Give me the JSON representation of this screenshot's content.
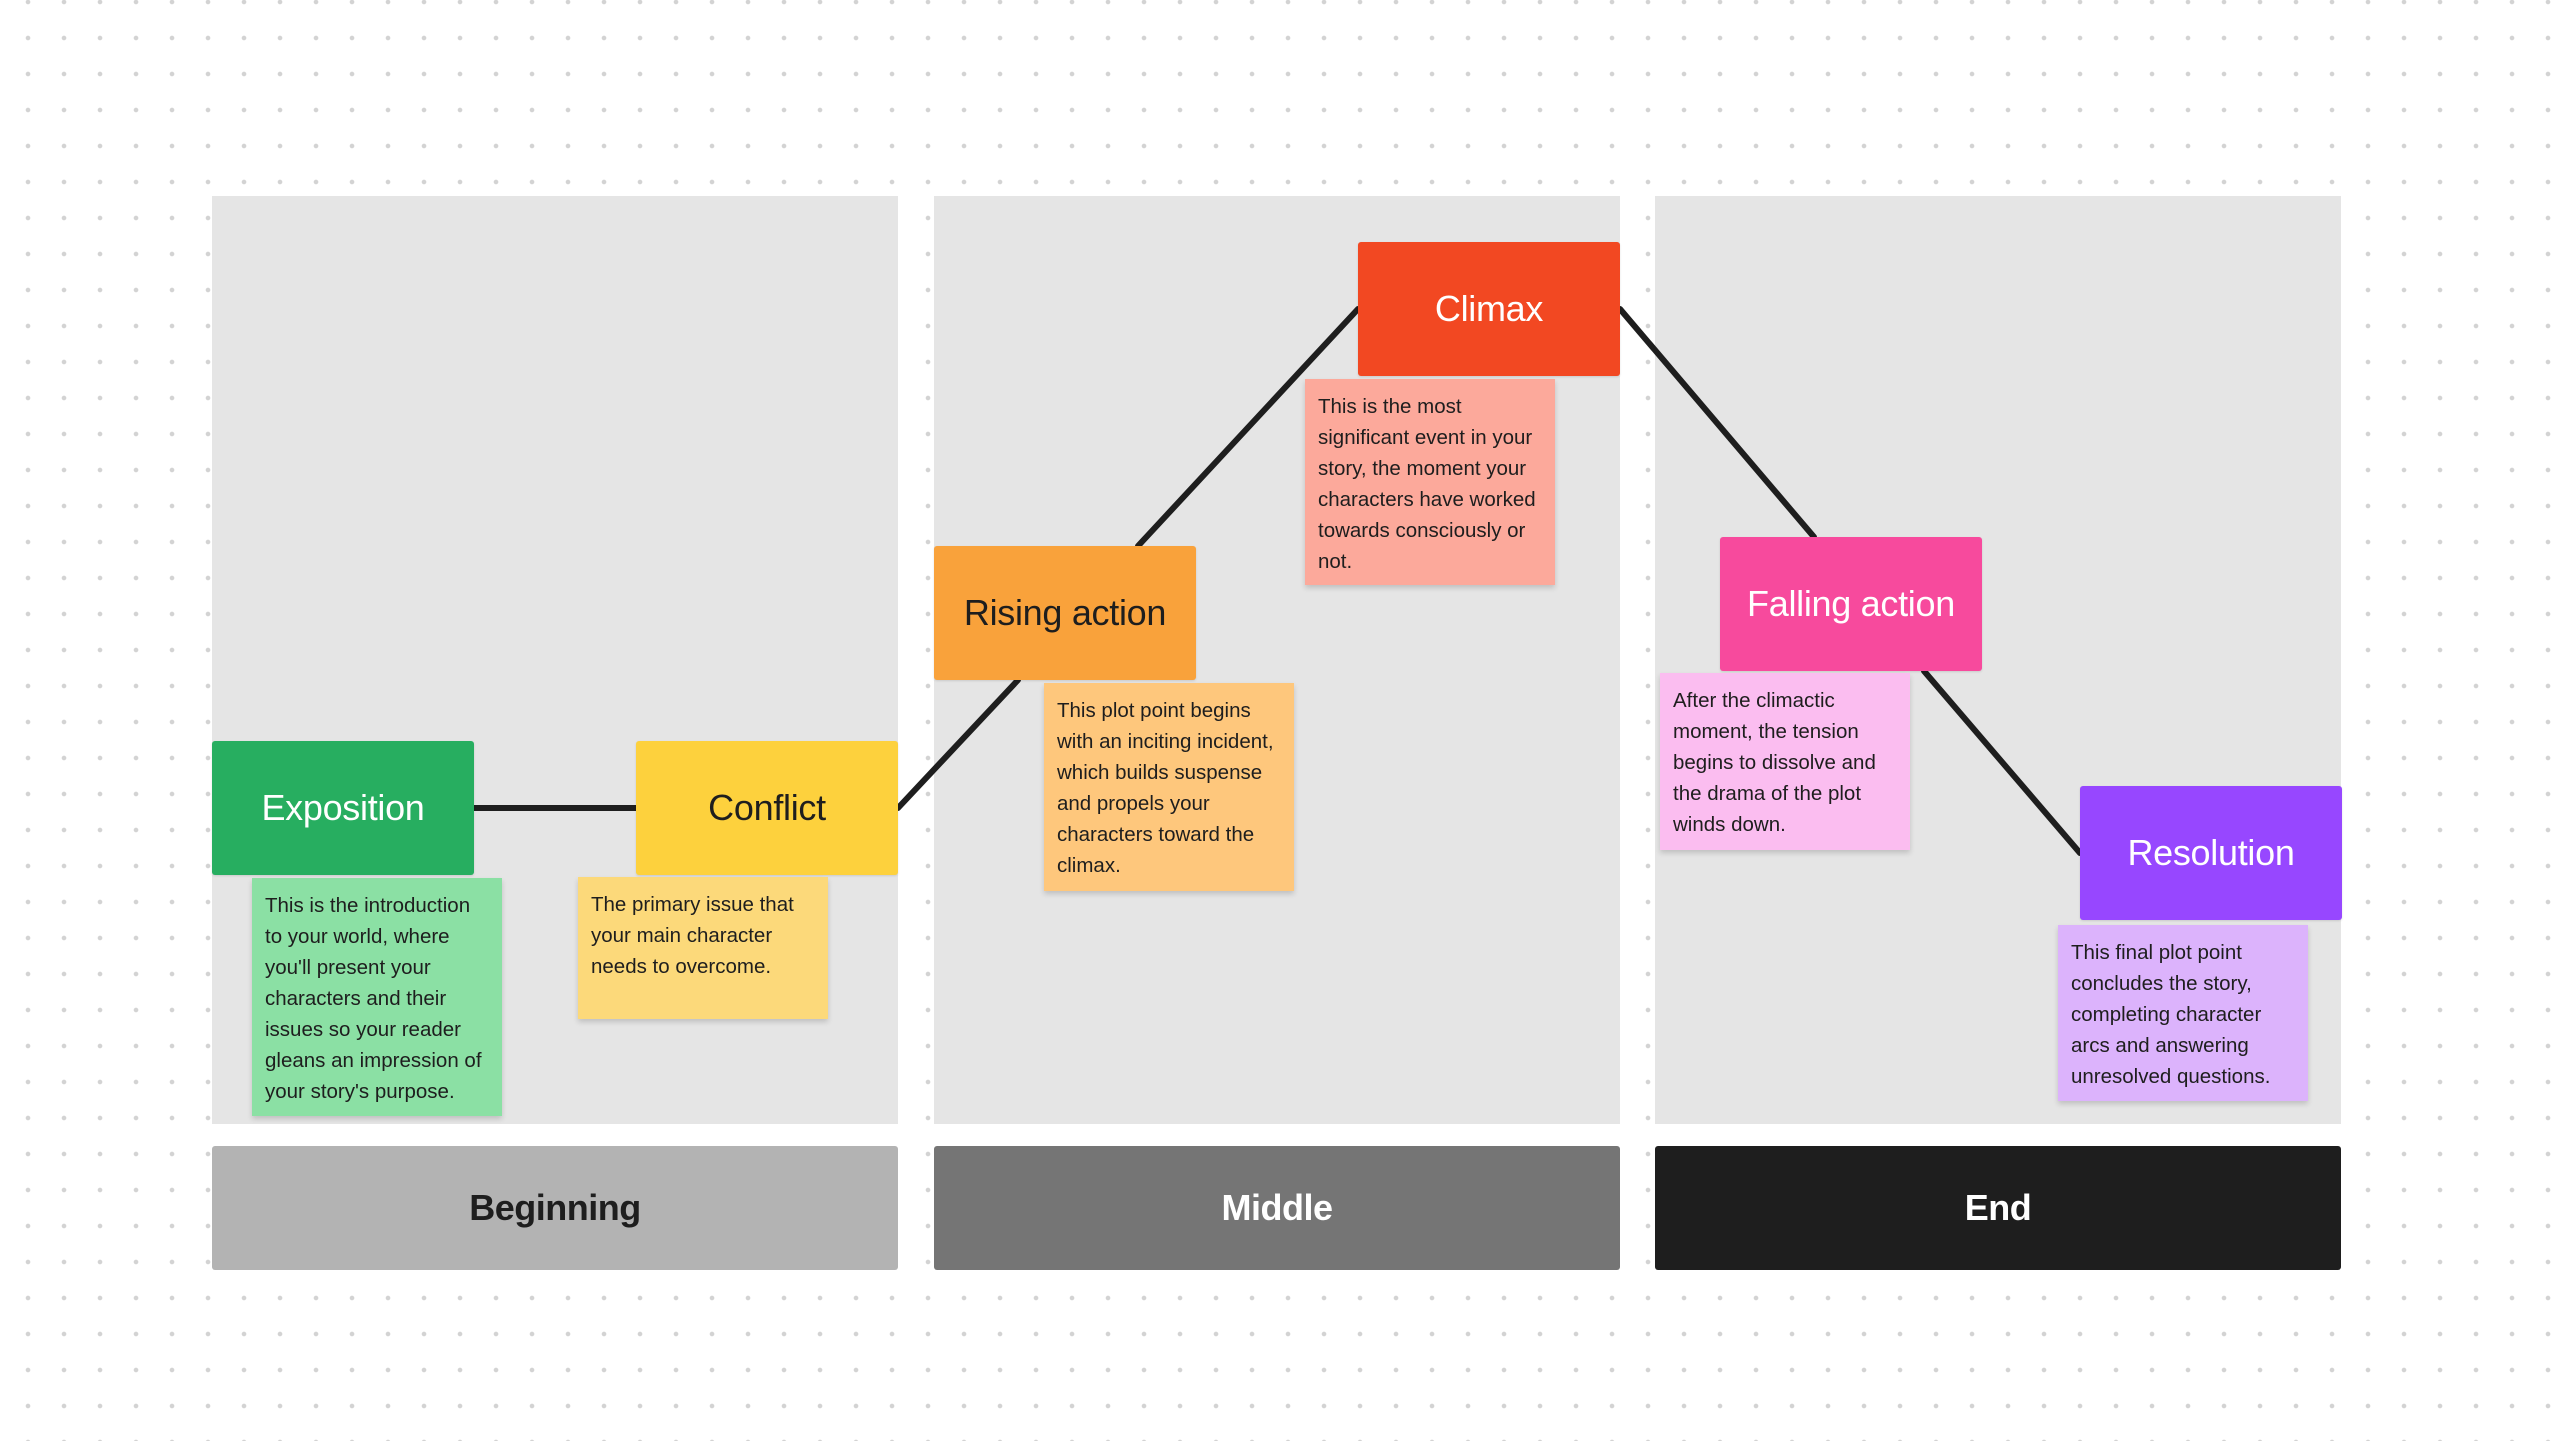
{
  "sections": {
    "beginning": "Beginning",
    "middle": "Middle",
    "end": "End"
  },
  "stages": {
    "exposition": "Exposition",
    "conflict": "Conflict",
    "rising_action": "Rising action",
    "climax": "Climax",
    "falling_action": "Falling action",
    "resolution": "Resolution"
  },
  "notes": {
    "exposition": "This is the introduction to your world, where you'll present your characters and their issues so your reader gleans an impression of your story's purpose.",
    "conflict": "The primary issue that your main character needs to overcome.",
    "rising_action": "This plot point begins with an inciting incident, which builds suspense and propels your characters toward the climax.",
    "climax": "This is the most significant event in your story, the moment your characters have worked towards consciously or not.",
    "falling_action": "After the climactic moment, the tension begins to dissolve and the drama of the plot winds down.",
    "resolution": "This final plot point concludes the story, completing character arcs and answering unresolved questions."
  },
  "colors": {
    "exposition": "#27ae60",
    "conflict": "#fdd13d",
    "rising_action": "#f9a23b",
    "climax": "#f24822",
    "falling_action": "#f74a9d",
    "resolution": "#9747ff",
    "beginning": "#b3b3b3",
    "middle": "#757575",
    "end": "#1e1e1e"
  }
}
